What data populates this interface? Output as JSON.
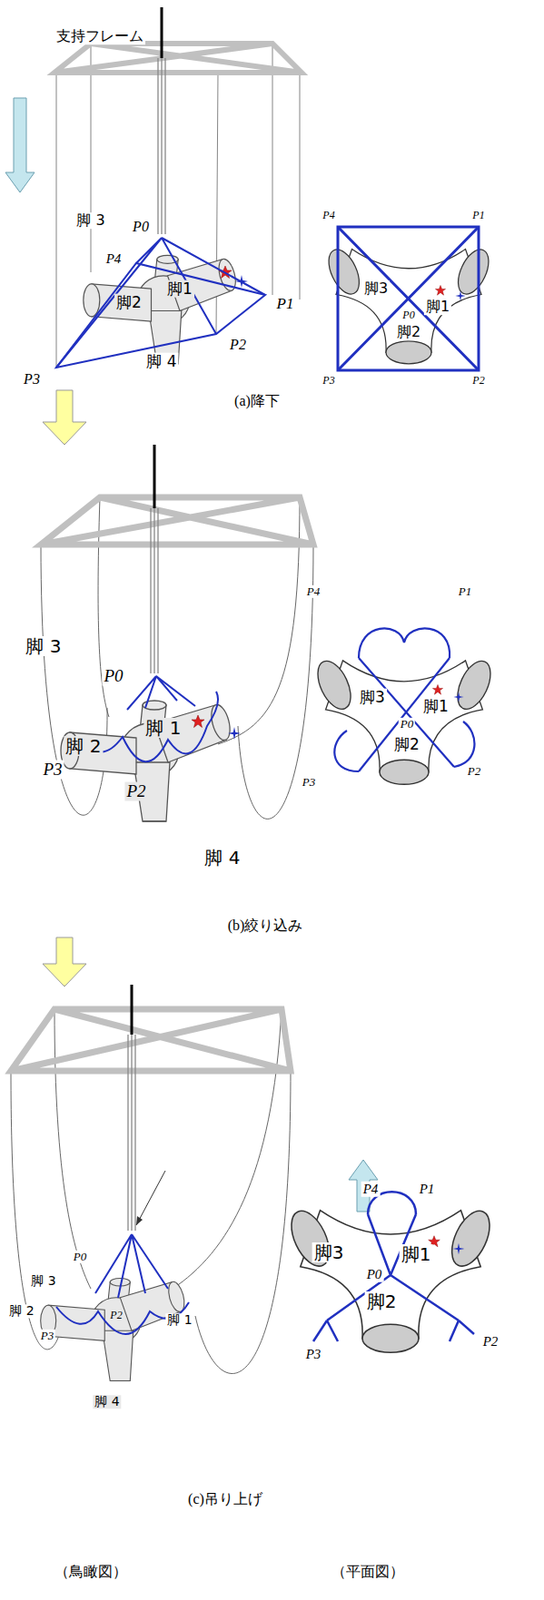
{
  "diagram": {
    "labels": [
      "支持フレーム",
      "脚 3",
      "P0",
      "P4",
      "脚2",
      "脚1",
      "P1",
      "P3",
      "脚 4",
      "P2",
      "P4",
      "P1",
      "脚3",
      "脚1",
      "P0",
      "脚2",
      "P3",
      "P2",
      "(a)降下",
      "脚 3",
      "P0",
      "脚 2",
      "脚 1",
      "P3",
      "P2",
      "脚 4",
      "P4",
      "P1",
      "脚3",
      "脚1",
      "P0",
      "脚2",
      "P3",
      "P2",
      "(b)絞り込み",
      "P0",
      "脚 3",
      "脚 2",
      "P3",
      "P2",
      "脚 1",
      "脚 4",
      "P4",
      "P1",
      "脚3",
      "脚1",
      "P0",
      "脚2",
      "P3",
      "P2",
      "(c)吊り上げ",
      "（鳥瞰図）",
      "（平面図）"
    ]
  }
}
